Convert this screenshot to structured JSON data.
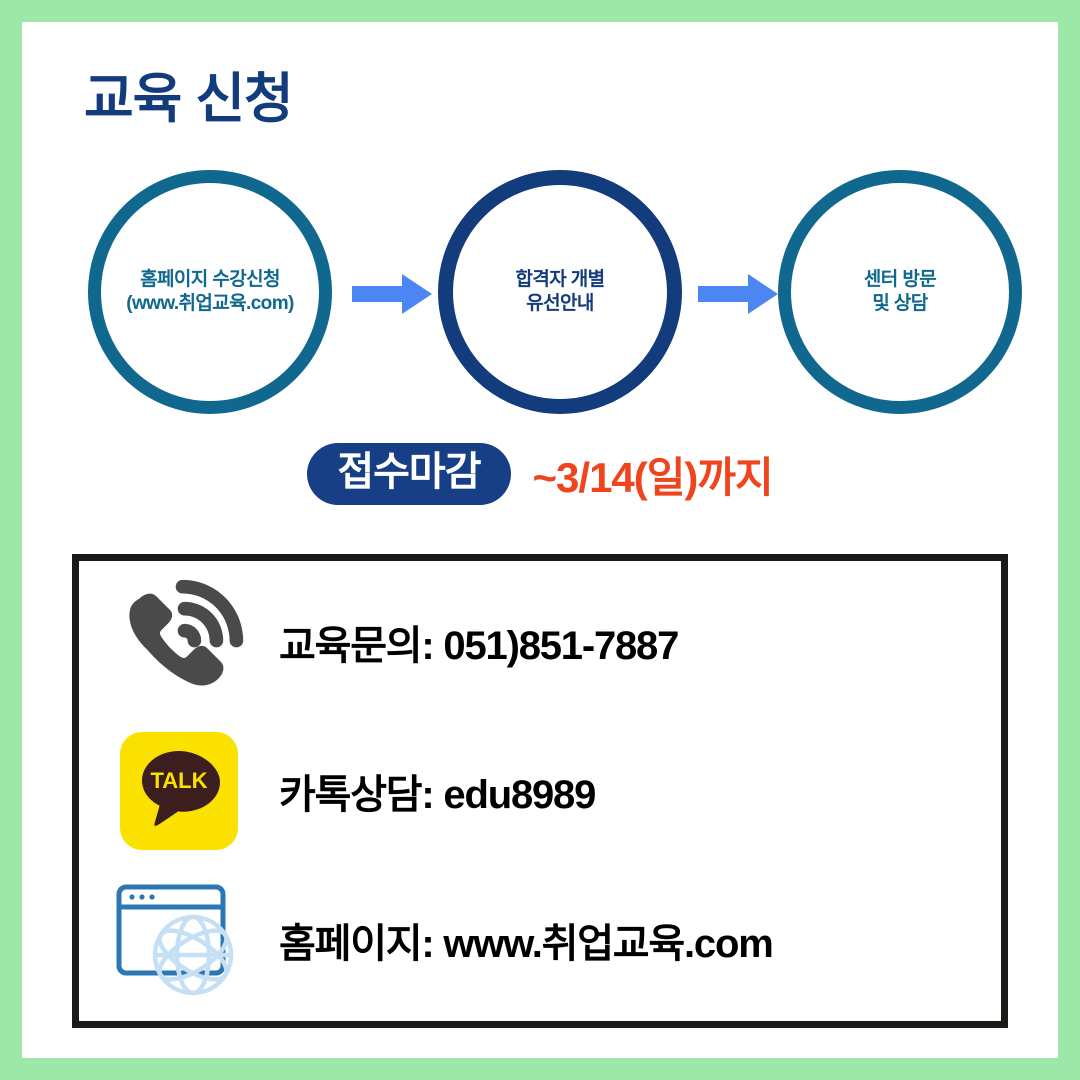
{
  "theme": {
    "frame_color": "#9DE8A8",
    "navy": "#133C7D",
    "teal": "#10688E",
    "arrow_blue": "#4C86F2",
    "badge_navy": "#163F85",
    "date_red": "#F0441E",
    "box_border": "#1A1A16",
    "phone_gray": "#4A4A4A",
    "kakao_yellow": "#FAE100",
    "kakao_brown": "#3C1E1E",
    "web_blue": "#2E77B5",
    "globe_blue": "#C5E0F5"
  },
  "header": {
    "title": "교육 신청"
  },
  "flow": {
    "steps": [
      {
        "id": "step-homepage-apply",
        "lines": [
          "홈페이지 수강신청",
          "(www.취업교육.com)"
        ],
        "color": "#10688E"
      },
      {
        "id": "step-phone-notice",
        "lines": [
          "합격자 개별",
          "유선안내"
        ],
        "color": "#133C7D"
      },
      {
        "id": "step-center-visit",
        "lines": [
          "센터 방문",
          "및 상담"
        ],
        "color": "#10688E"
      }
    ],
    "arrows": [
      {
        "id": "arrow-1",
        "icon": "arrow-right-icon"
      },
      {
        "id": "arrow-2",
        "icon": "arrow-right-icon"
      }
    ]
  },
  "deadline": {
    "badge_label": "접수마감",
    "date_text": "~3/14(일)까지"
  },
  "contact": {
    "rows": [
      {
        "id": "contact-phone",
        "icon": "ringing-phone-icon",
        "text": "교육문의: 051)851-7887"
      },
      {
        "id": "contact-kakao",
        "icon": "kakaotalk-icon",
        "icon_label": "TALK",
        "text": "카톡상담: edu8989"
      },
      {
        "id": "contact-website",
        "icon": "browser-globe-icon",
        "text": "홈페이지: www.취업교육.com"
      }
    ]
  }
}
